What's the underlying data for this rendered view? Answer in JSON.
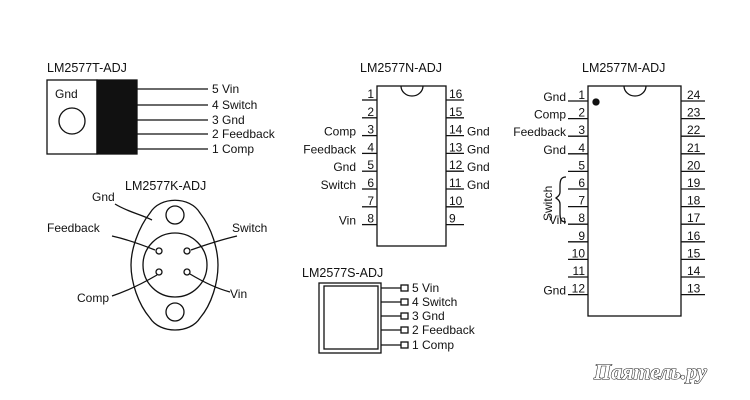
{
  "diagram": {
    "lm2577t": {
      "title": "LM2577T-ADJ",
      "tab_label": "Gnd",
      "pins": [
        "5 Vin",
        "4 Switch",
        "3 Gnd",
        "2 Feedback",
        "1 Comp"
      ]
    },
    "lm2577k": {
      "title": "LM2577K-ADJ",
      "labels": {
        "gnd": "Gnd",
        "feedback": "Feedback",
        "switch": "Switch",
        "comp": "Comp",
        "vin": "Vin"
      }
    },
    "lm2577n": {
      "title": "LM2577N-ADJ",
      "left_pins": [
        {
          "num": "1",
          "label": ""
        },
        {
          "num": "2",
          "label": ""
        },
        {
          "num": "3",
          "label": "Comp"
        },
        {
          "num": "4",
          "label": "Feedback"
        },
        {
          "num": "5",
          "label": "Gnd"
        },
        {
          "num": "6",
          "label": "Switch"
        },
        {
          "num": "7",
          "label": ""
        },
        {
          "num": "8",
          "label": "Vin"
        }
      ],
      "right_pins": [
        {
          "num": "16",
          "label": ""
        },
        {
          "num": "15",
          "label": ""
        },
        {
          "num": "14",
          "label": "Gnd"
        },
        {
          "num": "13",
          "label": "Gnd"
        },
        {
          "num": "12",
          "label": "Gnd"
        },
        {
          "num": "11",
          "label": "Gnd"
        },
        {
          "num": "10",
          "label": ""
        },
        {
          "num": "9",
          "label": ""
        }
      ]
    },
    "lm2577s": {
      "title": "LM2577S-ADJ",
      "pins": [
        "5 Vin",
        "4 Switch",
        "3 Gnd",
        "2 Feedback",
        "1 Comp"
      ]
    },
    "lm2577m": {
      "title": "LM2577M-ADJ",
      "left_pins": [
        {
          "num": "1",
          "label": "Gnd"
        },
        {
          "num": "2",
          "label": "Comp"
        },
        {
          "num": "3",
          "label": "Feedback"
        },
        {
          "num": "4",
          "label": "Gnd"
        },
        {
          "num": "5",
          "label": ""
        },
        {
          "num": "6",
          "label": ""
        },
        {
          "num": "7",
          "label": ""
        },
        {
          "num": "8",
          "label": "Vin"
        },
        {
          "num": "9",
          "label": ""
        },
        {
          "num": "10",
          "label": ""
        },
        {
          "num": "11",
          "label": ""
        },
        {
          "num": "12",
          "label": "Gnd"
        }
      ],
      "right_pins": [
        "24",
        "23",
        "22",
        "21",
        "20",
        "19",
        "18",
        "17",
        "16",
        "15",
        "14",
        "13"
      ],
      "switch_label": "Switch"
    }
  },
  "watermark": "Паятель.ру"
}
